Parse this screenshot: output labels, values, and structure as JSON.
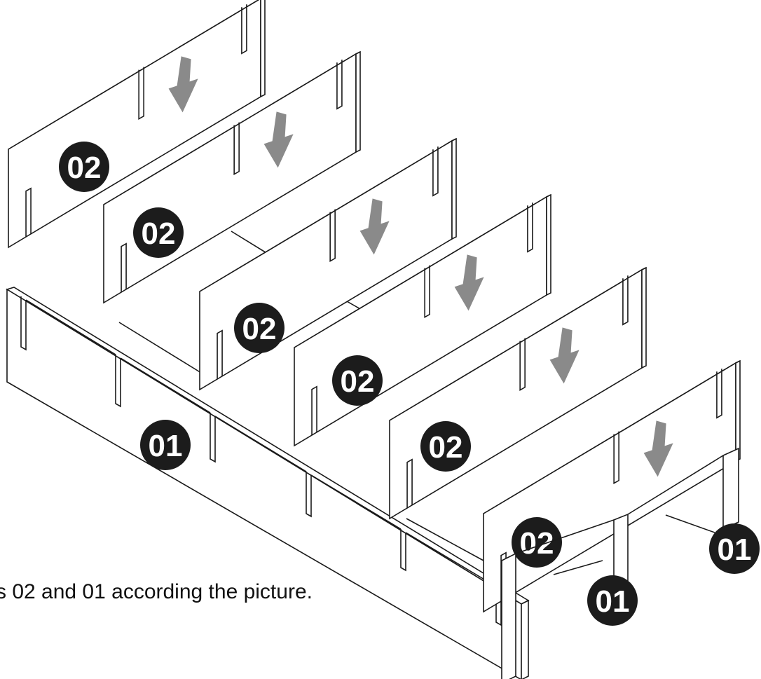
{
  "colors": {
    "background": "#ffffff",
    "panel_fill": "#ffffff",
    "line": "#1a1a1a",
    "arrow": "#8a8a8a",
    "badge": "#1c1c1c",
    "badge_text": "#ffffff"
  },
  "labels": {
    "part_01": "01",
    "part_02": "02"
  },
  "icons": {
    "arrow": "down-arrow-icon"
  },
  "instruction": "s 02 and 01 according the picture."
}
